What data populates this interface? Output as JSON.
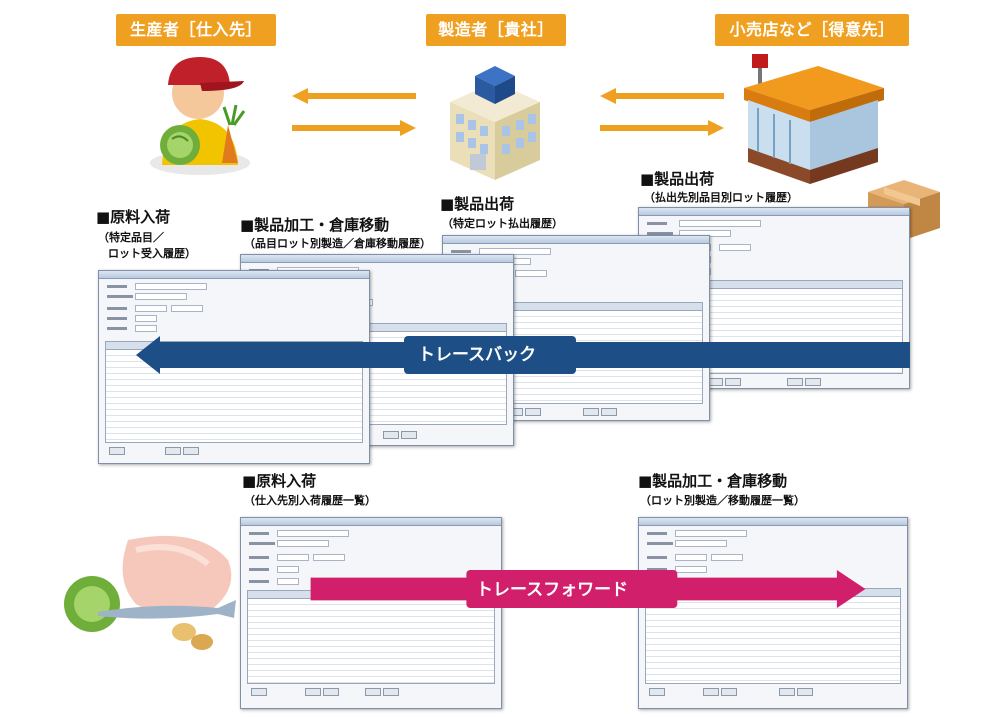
{
  "roles": {
    "producer": "生産者［仕入先］",
    "manufacturer": "製造者［貴社］",
    "retailer": "小売店など［得意先］"
  },
  "sections": {
    "raw_receipt_top": {
      "title": "■原料入荷",
      "subtitle_line1": "（特定品目／",
      "subtitle_line2": "ロット受入履歴）"
    },
    "processing_top": {
      "title": "■製品加工・倉庫移動",
      "subtitle": "（品目ロット別製造／倉庫移動履歴）"
    },
    "shipping_top": {
      "title": "■製品出荷",
      "subtitle": "（特定ロット払出履歴）"
    },
    "shipping_dest": {
      "title": "■製品出荷",
      "subtitle": "（払出先別品目別ロット履歴）"
    },
    "raw_receipt_bottom": {
      "title": "■原料入荷",
      "subtitle": "（仕入先別入荷履歴一覧）"
    },
    "processing_bottom": {
      "title": "■製品加工・倉庫移動",
      "subtitle": "（ロット別製造／移動履歴一覧）"
    }
  },
  "bands": {
    "traceback": "トレースバック",
    "traceforward": "トレースフォワード"
  },
  "colors": {
    "badge": "#f0a020",
    "flow_arrow": "#f0a020",
    "traceback": "#1d4f86",
    "traceforward": "#d21f6b"
  }
}
